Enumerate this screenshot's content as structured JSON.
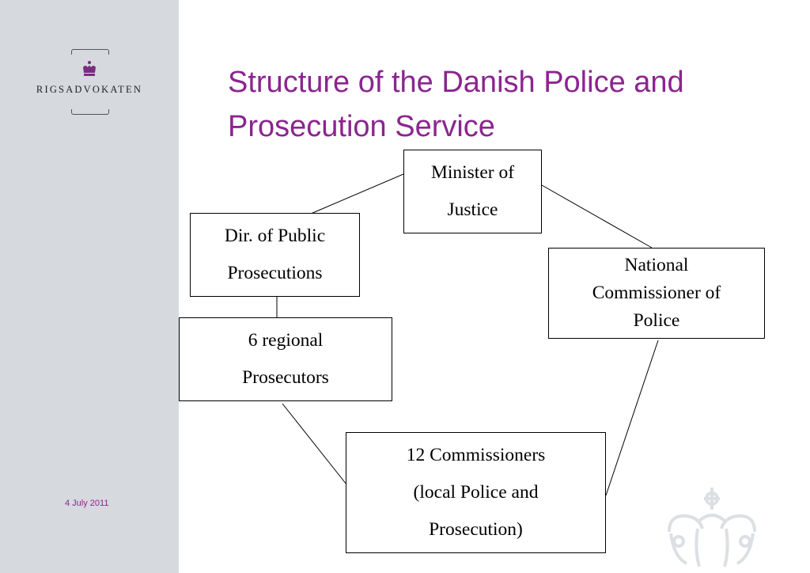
{
  "logo": {
    "text": "RIGSADVOKATEN",
    "crown_color": "#7a2d82"
  },
  "title": "Structure of the Danish Police and Prosecution Service",
  "footer": {
    "date": "4 July 2011"
  },
  "colors": {
    "accent": "#8b2590",
    "sidebar": "#d6d9dd"
  },
  "diagram": {
    "nodes": {
      "minister": {
        "lines": [
          "Minister of",
          "Justice"
        ]
      },
      "dpp": {
        "lines": [
          "Dir. of Public",
          "Prosecutions"
        ]
      },
      "ncp": {
        "lines": [
          "National",
          "Commissioner of",
          "Police"
        ]
      },
      "regional": {
        "lines": [
          "6 regional",
          "Prosecutors"
        ]
      },
      "commissioners": {
        "lines": [
          "12 Commissioners",
          "(local Police and",
          "Prosecution)"
        ]
      }
    },
    "edges": [
      [
        "minister",
        "dpp"
      ],
      [
        "minister",
        "ncp"
      ],
      [
        "dpp",
        "regional"
      ],
      [
        "regional",
        "commissioners"
      ],
      [
        "ncp",
        "commissioners"
      ]
    ]
  }
}
